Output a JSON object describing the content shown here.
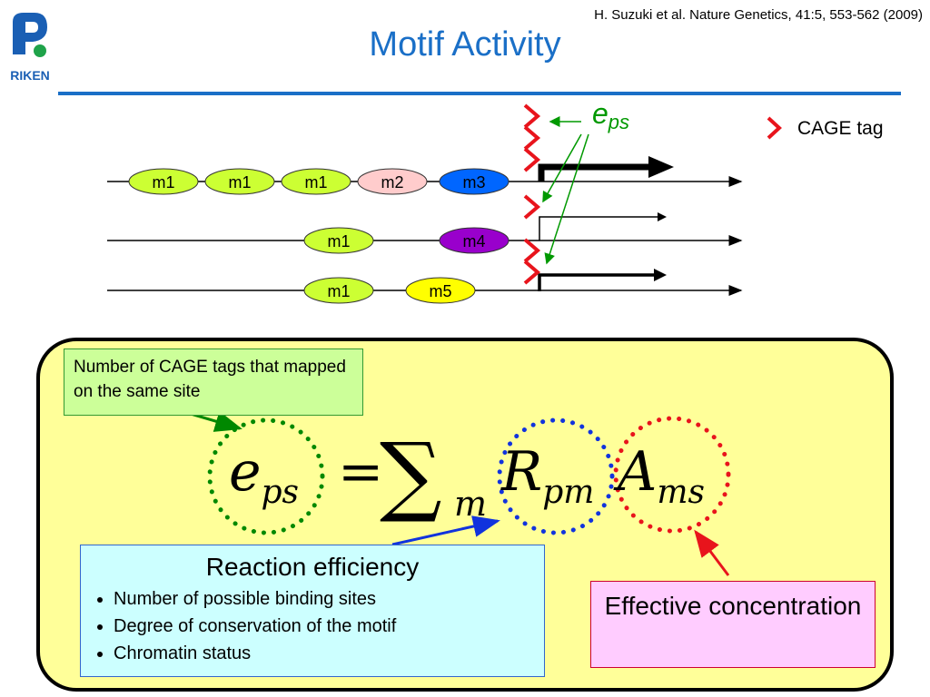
{
  "header": {
    "citation": "H. Suzuki et al. Nature Genetics, 41:5, 553-562 (2009)",
    "title": "Motif Activity",
    "logo_text": "RIKEN"
  },
  "diagram": {
    "legend_label": "CAGE tag",
    "eps_label_main": "e",
    "eps_label_sub": "ps",
    "rows": [
      {
        "motifs": [
          "m1",
          "m1",
          "m1",
          "m2",
          "m3"
        ]
      },
      {
        "motifs": [
          "m1",
          "m4"
        ]
      },
      {
        "motifs": [
          "m1",
          "m5"
        ]
      }
    ],
    "colors": {
      "m1": "#ccff33",
      "m2": "#ffcccc",
      "m3": "#0066ff",
      "m4": "#9900cc",
      "m5": "#ffff00",
      "cage": "#e8141c",
      "green_arrow": "#009900",
      "title_blue": "#1a6fc7"
    }
  },
  "formula": {
    "lhs_main": "e",
    "lhs_sub": "ps",
    "equals": "=",
    "sum": "∑",
    "sum_sub": "m",
    "r_main": "R",
    "r_sub": "pm",
    "a_main": "A",
    "a_sub": "ms"
  },
  "notes": {
    "cage_count": "Number of CAGE tags that mapped on the same site",
    "reaction_heading": "Reaction efficiency",
    "reaction_items": [
      "Number of possible binding sites",
      "Degree of conservation of the motif",
      "Chromatin status"
    ],
    "effective": "Effective concentration"
  }
}
